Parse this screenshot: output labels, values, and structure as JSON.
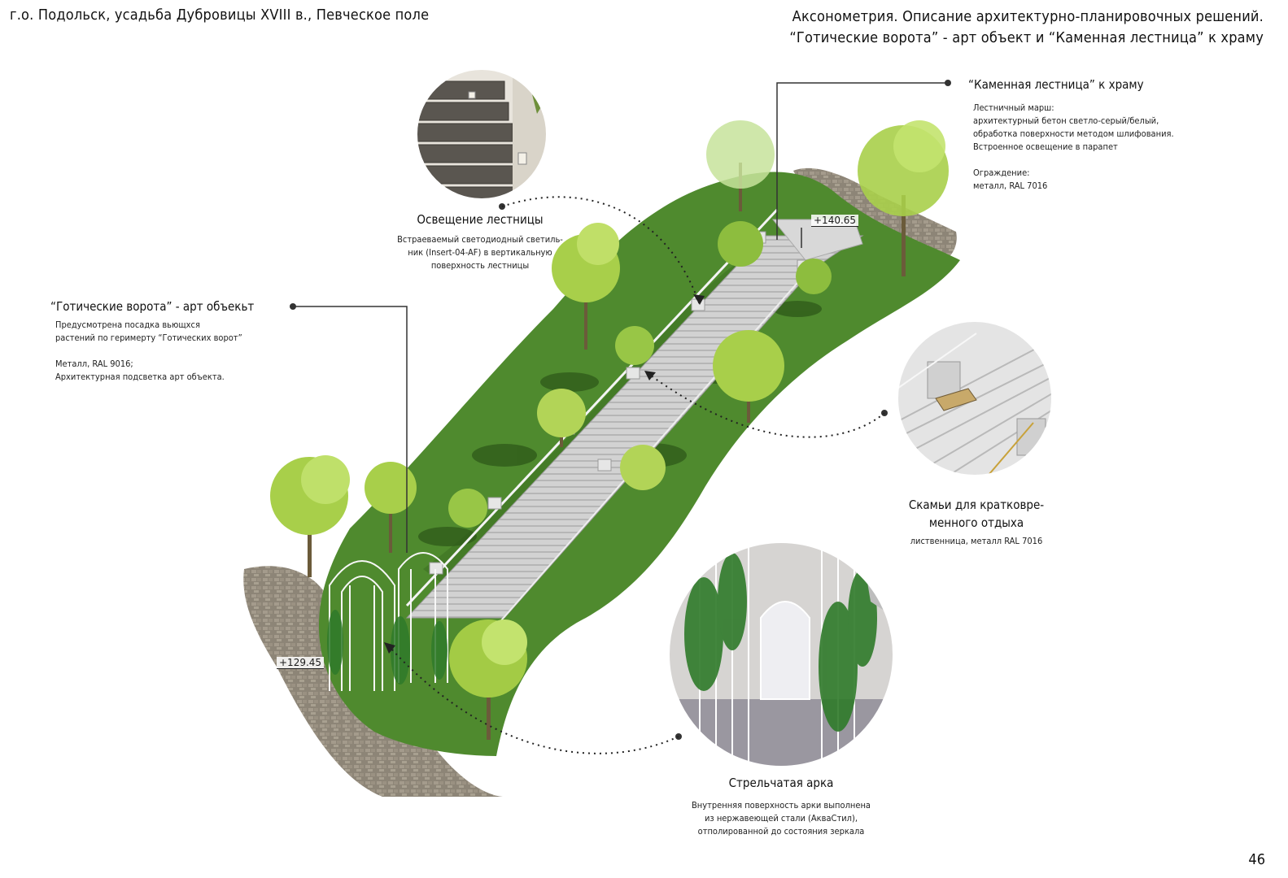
{
  "header": {
    "left": "г.о. Подольск, усадьба Дубровицы XVIII в., Певческое поле",
    "right_line1": "Аксонометрия. Описание архитектурно-планировочных решений.",
    "right_line2": "“Готические ворота” - арт объект и “Каменная лестница” к храму"
  },
  "stair": {
    "title": "“Каменная лестница” к храму",
    "lines": [
      "Лестничный марш:",
      "архитектурный бетон светло-серый/белый,",
      "обработка поверхности методом шлифования.",
      "Встроенное освещение в парапет",
      "",
      "Ограждение:",
      "металл, RAL 7016"
    ]
  },
  "lighting": {
    "title": "Освещение лестницы",
    "lines": [
      "Встраеваемый светодиодный светиль-",
      "ник (Insert-04-AF) в вертикальную",
      "поверхность лестницы"
    ]
  },
  "gates": {
    "title": "“Готические ворота” - арт объекьт",
    "lines": [
      "Предусмотрена посадка вьющхся",
      "растений по геримерту “Готических ворот”",
      "",
      "Металл, RAL 9016;",
      "Архитектурная подсветка арт объекта."
    ]
  },
  "benches": {
    "title_line1": "Скамьи для кратковре-",
    "title_line2": "менного отдыха",
    "line": "лиственница, металл RAL 7016"
  },
  "arch": {
    "title": "Стрельчатая арка",
    "lines": [
      "Внутренняя поверхность арки выполнена",
      "из нержавеющей стали (АкваСтил),",
      "отполированной до состояния зеркала"
    ]
  },
  "elevations": {
    "top": "+140.65",
    "bottom": "+129.45"
  },
  "page_number": "46",
  "colors": {
    "grass": "#4f8a2e",
    "grass_dark": "#3d6f22",
    "stone": "#cfcfcf",
    "cobble": "#8a8275",
    "tree": "#a8cf4a"
  }
}
